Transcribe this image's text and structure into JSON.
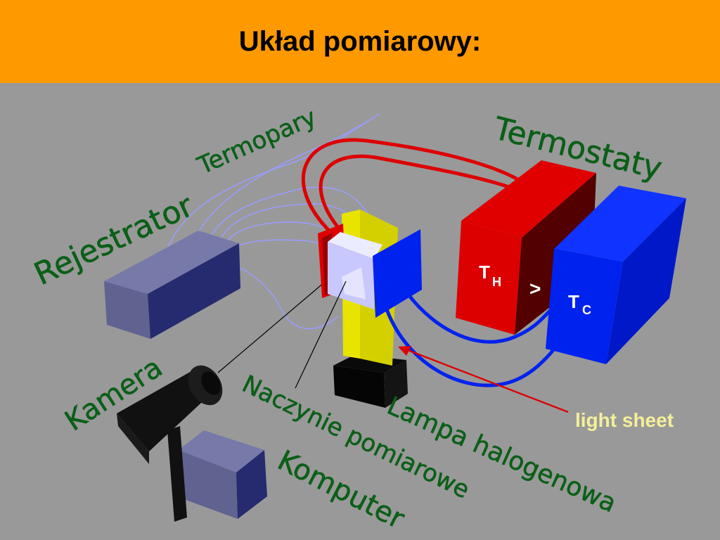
{
  "slide": {
    "title": "Układ pomiarowy:"
  },
  "labels": {
    "termopary": "Termopary",
    "termostaty": "Termostaty",
    "rejestrator": "Rejestrator",
    "kamera": "Kamera",
    "naczynie": "Naczynie pomiarowe",
    "lampa": "Lampa halogenowa",
    "komputer": "Komputer",
    "light_sheet": "light sheet"
  },
  "formula": {
    "th_main": "T",
    "th_sub": "H",
    "gt": ">",
    "tc_main": "T",
    "tc_sub": "C"
  },
  "colors": {
    "header_bg": "#ff9900",
    "background": "#999999",
    "label_green": "#0b5f18",
    "hot": "#dd0000",
    "cold": "#0022ee",
    "lamp": "#d8d400",
    "light_sheet_text": "#f4f09a"
  }
}
